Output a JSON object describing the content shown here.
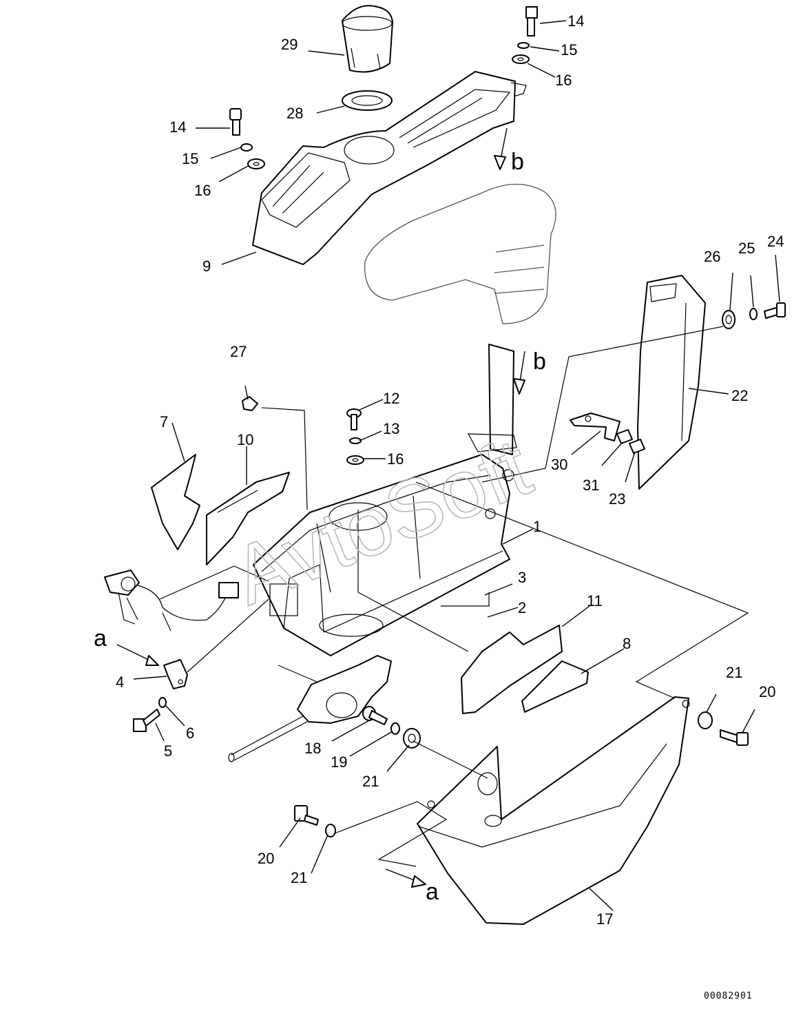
{
  "diagram": {
    "watermark": "AvtoSoft",
    "drawing_code": "00082901",
    "view_refs": {
      "a": "a",
      "b": "b"
    },
    "parts": [
      {
        "id": "p1",
        "label": "1"
      },
      {
        "id": "p2",
        "label": "2"
      },
      {
        "id": "p3",
        "label": "3"
      },
      {
        "id": "p4",
        "label": "4"
      },
      {
        "id": "p5",
        "label": "5"
      },
      {
        "id": "p6",
        "label": "6"
      },
      {
        "id": "p7",
        "label": "7"
      },
      {
        "id": "p8",
        "label": "8"
      },
      {
        "id": "p9",
        "label": "9"
      },
      {
        "id": "p10",
        "label": "10"
      },
      {
        "id": "p11",
        "label": "11"
      },
      {
        "id": "p12",
        "label": "12"
      },
      {
        "id": "p13",
        "label": "13"
      },
      {
        "id": "p14",
        "label": "14"
      },
      {
        "id": "p15",
        "label": "15"
      },
      {
        "id": "p16",
        "label": "16"
      },
      {
        "id": "p17",
        "label": "17"
      },
      {
        "id": "p18",
        "label": "18"
      },
      {
        "id": "p19",
        "label": "19"
      },
      {
        "id": "p20",
        "label": "20"
      },
      {
        "id": "p21",
        "label": "21"
      },
      {
        "id": "p22",
        "label": "22"
      },
      {
        "id": "p23",
        "label": "23"
      },
      {
        "id": "p24",
        "label": "24"
      },
      {
        "id": "p25",
        "label": "25"
      },
      {
        "id": "p26",
        "label": "26"
      },
      {
        "id": "p27",
        "label": "27"
      },
      {
        "id": "p28",
        "label": "28"
      },
      {
        "id": "p29",
        "label": "29"
      },
      {
        "id": "p30",
        "label": "30"
      },
      {
        "id": "p31",
        "label": "31"
      }
    ]
  }
}
